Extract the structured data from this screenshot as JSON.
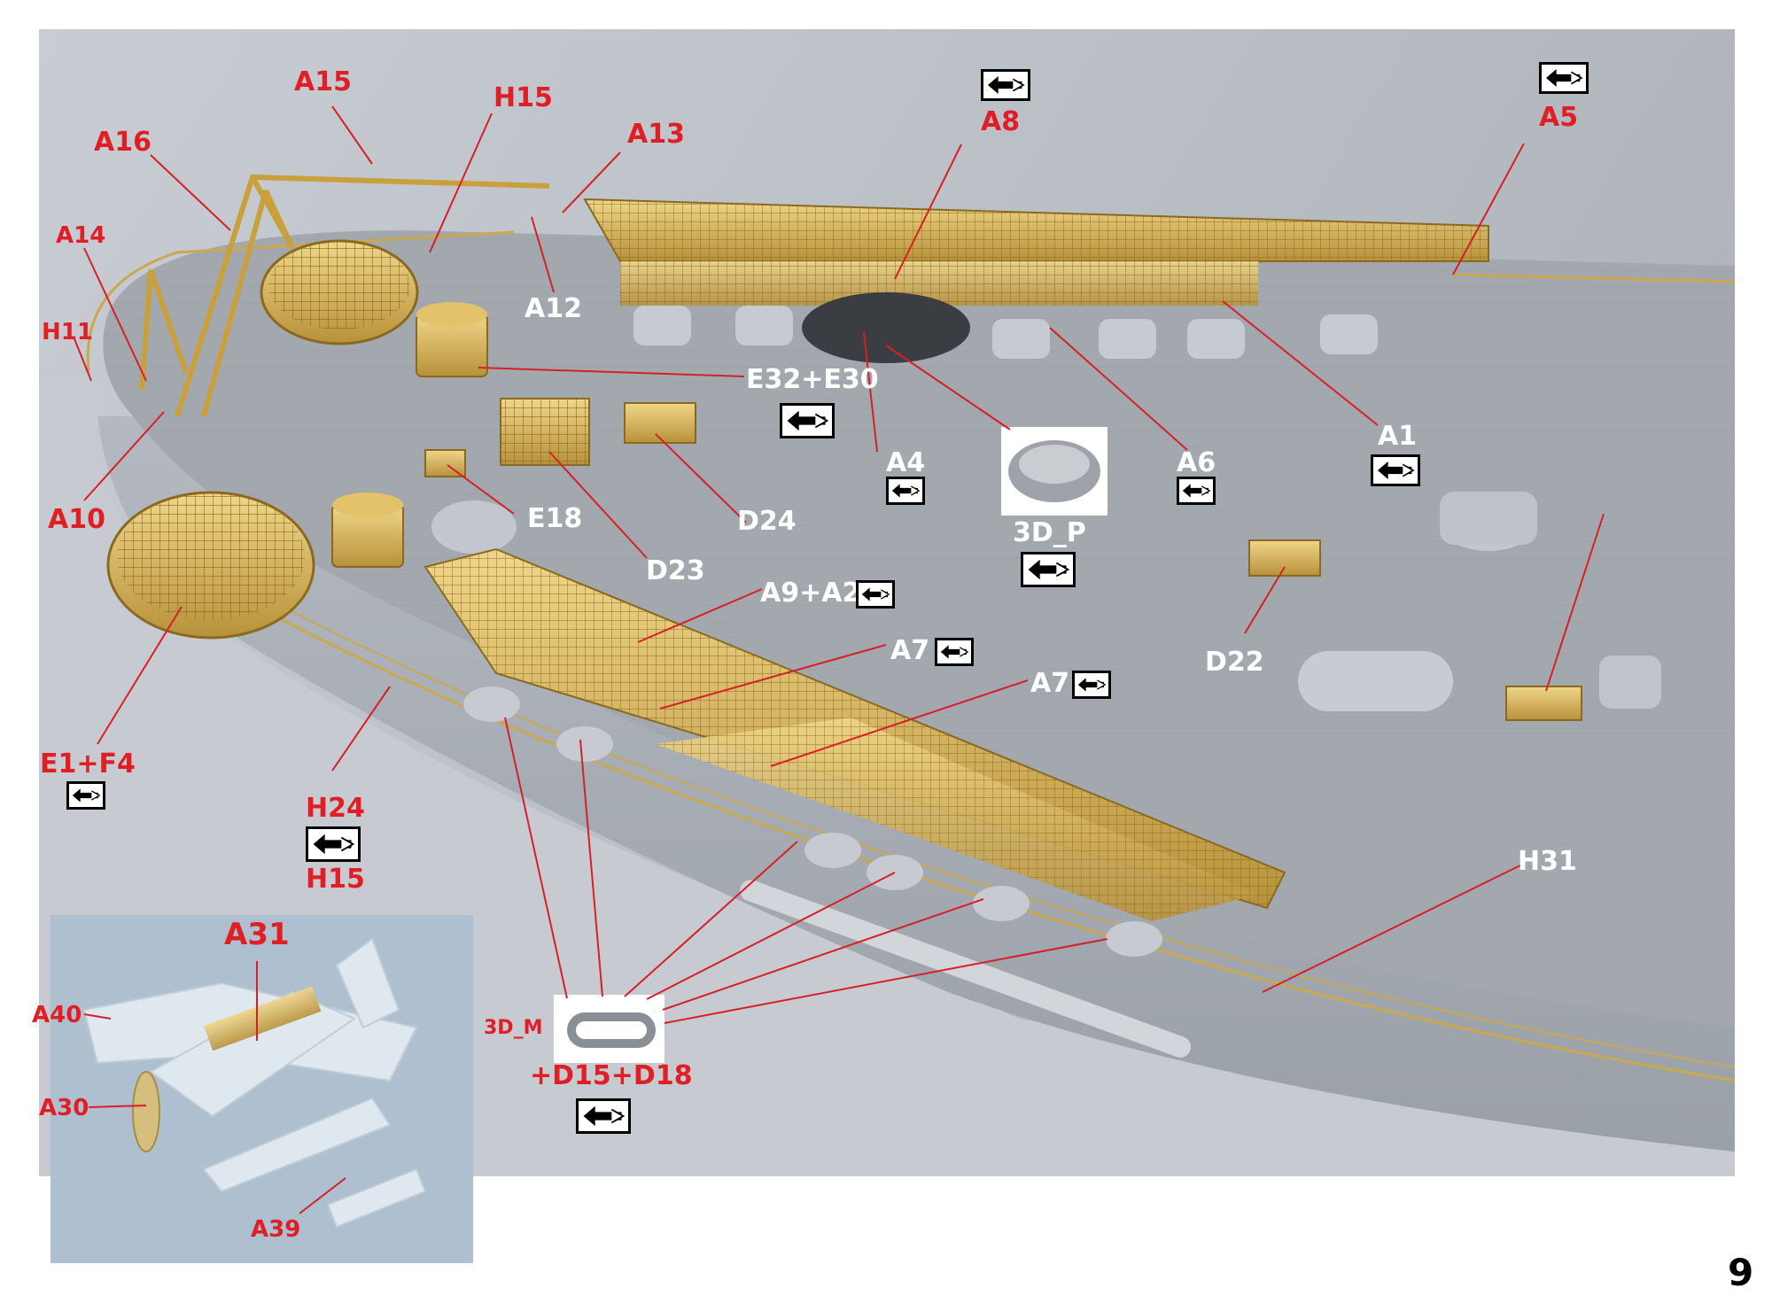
{
  "page_number": "9",
  "labels": {
    "A15": "A15",
    "H15_top": "H15",
    "A13": "A13",
    "A16": "A16",
    "A14": "A14",
    "H11": "H11",
    "A12": "A12",
    "A8": "A8",
    "A5": "A5",
    "E32_E30": "E32+E30",
    "A10": "A10",
    "E18": "E18",
    "D23": "D23",
    "D24": "D24",
    "A4": "A4",
    "3D_P": "3D_P",
    "A6": "A6",
    "A1": "A1",
    "A9_A2": "A9+A2",
    "A7_a": "A7",
    "A7_b": "A7",
    "D22": "D22",
    "E1_F4": "E1+F4",
    "H24": "H24",
    "H15_bottom": "H15",
    "H31": "H31",
    "A31": "A31",
    "A40": "A40",
    "A30": "A30",
    "A39": "A39",
    "3D_M": "3D_M",
    "D15_D18": "+D15+D18"
  },
  "icons": {
    "reverse": "double-arrow-icon"
  },
  "colors": {
    "label_red": "#e01e25",
    "label_white": "#ffffff",
    "hull_grey": "#a9aeb5",
    "brass": "#d8b450"
  }
}
